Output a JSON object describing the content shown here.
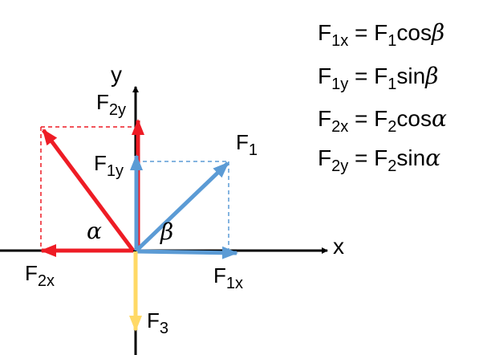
{
  "axes": {
    "x_label": "x",
    "y_label": "y"
  },
  "vectors": {
    "F1": {
      "label": "F",
      "sub": "1"
    },
    "F1x": {
      "label": "F",
      "sub": "1x"
    },
    "F1y": {
      "label": "F",
      "sub": "1y"
    },
    "F2x": {
      "label": "F",
      "sub": "2x"
    },
    "F2y": {
      "label": "F",
      "sub": "2y"
    },
    "F3": {
      "label": "F",
      "sub": "3"
    }
  },
  "angles": {
    "alpha": "α",
    "beta": "β"
  },
  "equations": [
    {
      "lhs": "F",
      "lhs_sub": "1x",
      "eq": " = ",
      "rhs": "F",
      "rhs_sub": "1",
      "fn": "cos",
      "angle": "β"
    },
    {
      "lhs": "F",
      "lhs_sub": "1y",
      "eq": " = ",
      "rhs": "F",
      "rhs_sub": "1",
      "fn": "sin",
      "angle": "β"
    },
    {
      "lhs": "F",
      "lhs_sub": "2x",
      "eq": " = ",
      "rhs": "F",
      "rhs_sub": "2",
      "fn": "cos",
      "angle": "α"
    },
    {
      "lhs": "F",
      "lhs_sub": "2y",
      "eq": " = ",
      "rhs": "F",
      "rhs_sub": "2",
      "fn": "sin",
      "angle": "α"
    }
  ],
  "colors": {
    "axis": "#000000",
    "red": "#ee1c25",
    "blue": "#5b9bd5",
    "yellow": "#ffd966"
  }
}
